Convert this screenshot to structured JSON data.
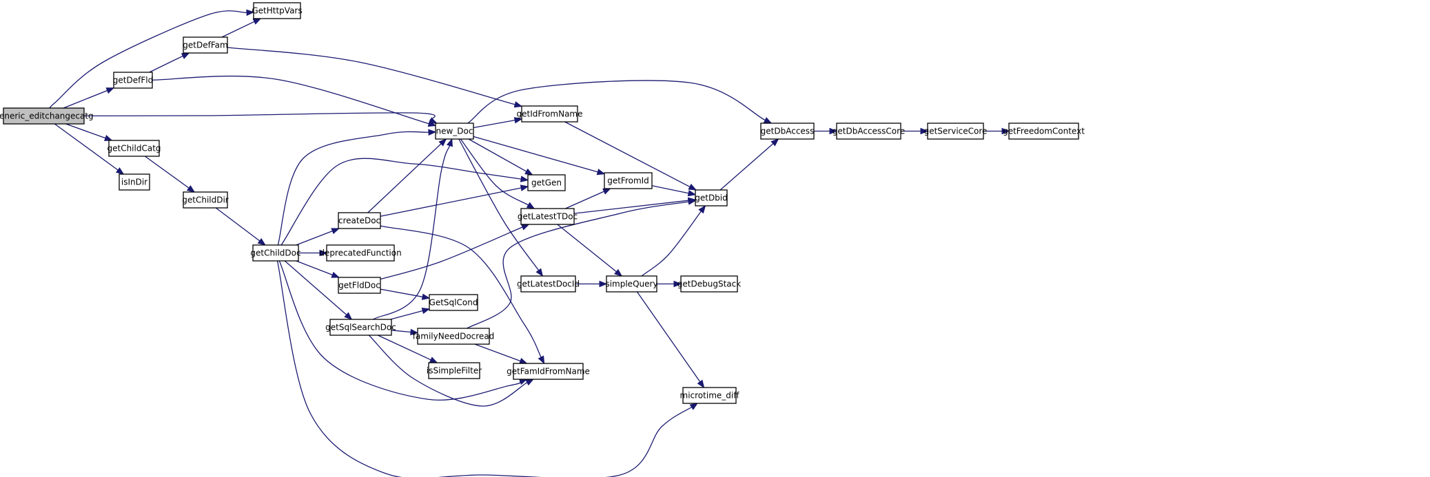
{
  "graph": {
    "root": "generic_editchangecatg",
    "nodes": [
      {
        "id": "generic_editchangecatg",
        "label": "generic_editchangecatg",
        "root": true
      },
      {
        "id": "GetHttpVars",
        "label": "GetHttpVars"
      },
      {
        "id": "getDefFam",
        "label": "getDefFam"
      },
      {
        "id": "getDefFld",
        "label": "getDefFld"
      },
      {
        "id": "new_Doc",
        "label": "new_Doc"
      },
      {
        "id": "getChildCatg",
        "label": "getChildCatg"
      },
      {
        "id": "isInDir",
        "label": "isInDir"
      },
      {
        "id": "getChildDir",
        "label": "getChildDir"
      },
      {
        "id": "getChildDoc",
        "label": "getChildDoc"
      },
      {
        "id": "createDoc",
        "label": "createDoc"
      },
      {
        "id": "deprecatedFunction",
        "label": "deprecatedFunction"
      },
      {
        "id": "getFldDoc",
        "label": "getFldDoc"
      },
      {
        "id": "getSqlSearchDoc",
        "label": "getSqlSearchDoc"
      },
      {
        "id": "GetSqlCond",
        "label": "GetSqlCond"
      },
      {
        "id": "familyNeedDocread",
        "label": "familyNeedDocread"
      },
      {
        "id": "isSimpleFilter",
        "label": "isSimpleFilter"
      },
      {
        "id": "getFamIdFromName",
        "label": "getFamIdFromName"
      },
      {
        "id": "getIdFromName",
        "label": "getIdFromName"
      },
      {
        "id": "getGen",
        "label": "getGen"
      },
      {
        "id": "getLatestTDoc",
        "label": "getLatestTDoc"
      },
      {
        "id": "getLatestDocId",
        "label": "getLatestDocId"
      },
      {
        "id": "getFromId",
        "label": "getFromId"
      },
      {
        "id": "simpleQuery",
        "label": "simpleQuery"
      },
      {
        "id": "getDbid",
        "label": "getDbid"
      },
      {
        "id": "getDebugStack",
        "label": "getDebugStack"
      },
      {
        "id": "microtime_diff",
        "label": "microtime_diff"
      },
      {
        "id": "getDbAccess",
        "label": "getDbAccess"
      },
      {
        "id": "getDbAccessCore",
        "label": "getDbAccessCore"
      },
      {
        "id": "getServiceCore",
        "label": "getServiceCore"
      },
      {
        "id": "getFreedomContext",
        "label": "getFreedomContext"
      }
    ],
    "edges": [
      {
        "from": "generic_editchangecatg",
        "to": "GetHttpVars"
      },
      {
        "from": "generic_editchangecatg",
        "to": "getDefFld"
      },
      {
        "from": "generic_editchangecatg",
        "to": "new_Doc"
      },
      {
        "from": "generic_editchangecatg",
        "to": "getChildCatg"
      },
      {
        "from": "generic_editchangecatg",
        "to": "isInDir"
      },
      {
        "from": "getDefFam",
        "to": "GetHttpVars"
      },
      {
        "from": "getDefFam",
        "to": "getIdFromName"
      },
      {
        "from": "getDefFld",
        "to": "getDefFam"
      },
      {
        "from": "getDefFld",
        "to": "new_Doc"
      },
      {
        "from": "getChildCatg",
        "to": "getChildDir"
      },
      {
        "from": "getChildDir",
        "to": "getChildDoc"
      },
      {
        "from": "getChildDoc",
        "to": "new_Doc"
      },
      {
        "from": "getChildDoc",
        "to": "getGen"
      },
      {
        "from": "getChildDoc",
        "to": "createDoc"
      },
      {
        "from": "getChildDoc",
        "to": "deprecatedFunction"
      },
      {
        "from": "getChildDoc",
        "to": "getFldDoc"
      },
      {
        "from": "getChildDoc",
        "to": "getSqlSearchDoc"
      },
      {
        "from": "getChildDoc",
        "to": "getFamIdFromName"
      },
      {
        "from": "getChildDoc",
        "to": "microtime_diff"
      },
      {
        "from": "createDoc",
        "to": "new_Doc"
      },
      {
        "from": "createDoc",
        "to": "getGen"
      },
      {
        "from": "createDoc",
        "to": "getFamIdFromName"
      },
      {
        "from": "getFldDoc",
        "to": "getLatestTDoc"
      },
      {
        "from": "getFldDoc",
        "to": "GetSqlCond"
      },
      {
        "from": "getSqlSearchDoc",
        "to": "new_Doc"
      },
      {
        "from": "getSqlSearchDoc",
        "to": "GetSqlCond"
      },
      {
        "from": "getSqlSearchDoc",
        "to": "familyNeedDocread"
      },
      {
        "from": "getSqlSearchDoc",
        "to": "isSimpleFilter"
      },
      {
        "from": "getSqlSearchDoc",
        "to": "getFamIdFromName"
      },
      {
        "from": "familyNeedDocread",
        "to": "getFamIdFromName"
      },
      {
        "from": "familyNeedDocread",
        "to": "getDbid"
      },
      {
        "from": "new_Doc",
        "to": "getIdFromName"
      },
      {
        "from": "new_Doc",
        "to": "getDbAccess"
      },
      {
        "from": "new_Doc",
        "to": "getGen"
      },
      {
        "from": "new_Doc",
        "to": "getFromId"
      },
      {
        "from": "new_Doc",
        "to": "getLatestTDoc"
      },
      {
        "from": "new_Doc",
        "to": "getLatestDocId"
      },
      {
        "from": "getIdFromName",
        "to": "getDbid"
      },
      {
        "from": "getLatestTDoc",
        "to": "getFromId"
      },
      {
        "from": "getLatestTDoc",
        "to": "getDbid"
      },
      {
        "from": "getLatestTDoc",
        "to": "simpleQuery"
      },
      {
        "from": "getLatestDocId",
        "to": "simpleQuery"
      },
      {
        "from": "getFromId",
        "to": "getDbid"
      },
      {
        "from": "simpleQuery",
        "to": "getDbid"
      },
      {
        "from": "simpleQuery",
        "to": "getDebugStack"
      },
      {
        "from": "simpleQuery",
        "to": "microtime_diff"
      },
      {
        "from": "getDbid",
        "to": "getDbAccess"
      },
      {
        "from": "getDbAccess",
        "to": "getDbAccessCore"
      },
      {
        "from": "getDbAccessCore",
        "to": "getServiceCore"
      },
      {
        "from": "getServiceCore",
        "to": "getFreedomContext"
      }
    ]
  },
  "colors": {
    "edge": "#191970",
    "node_border": "#000000",
    "node_fill": "#ffffff",
    "root_fill": "#bfbfbf",
    "text": "#000000"
  }
}
